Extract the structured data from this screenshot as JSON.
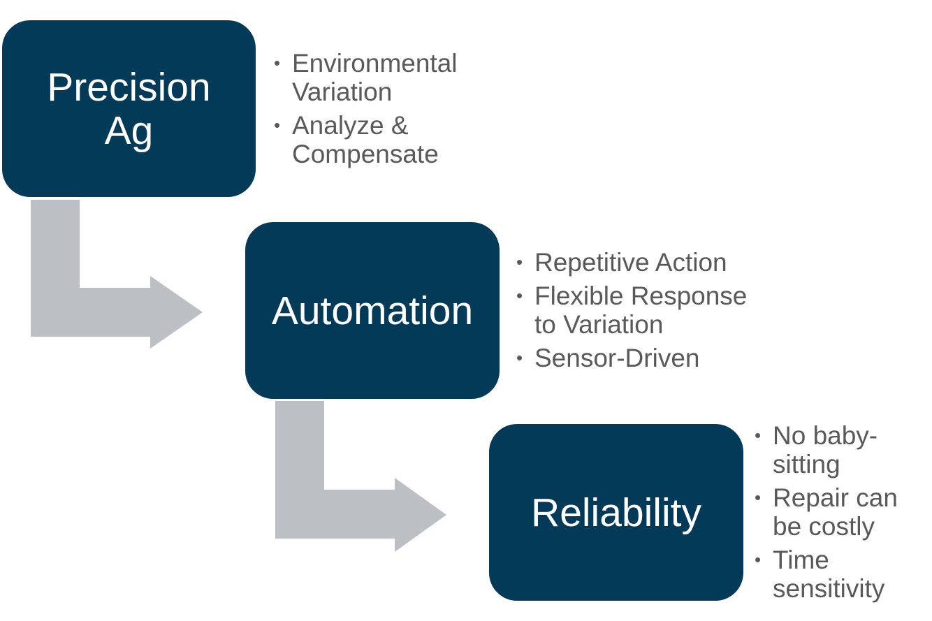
{
  "colors": {
    "box_fill": "#033a58",
    "box_text": "#ffffff",
    "arrow_fill": "#bcbfc3",
    "bullet_text": "#595959"
  },
  "bullet_symbol": "•",
  "steps": [
    {
      "label": "Precision\nAg",
      "bullets": [
        "Environmental\nVariation",
        "Analyze &\nCompensate"
      ]
    },
    {
      "label": "Automation",
      "bullets": [
        "Repetitive Action",
        "Flexible Response\nto Variation",
        "Sensor-Driven"
      ]
    },
    {
      "label": "Reliability",
      "bullets": [
        "No baby-\nsitting",
        "Repair can\nbe costly",
        "Time\nsensitivity"
      ]
    }
  ]
}
